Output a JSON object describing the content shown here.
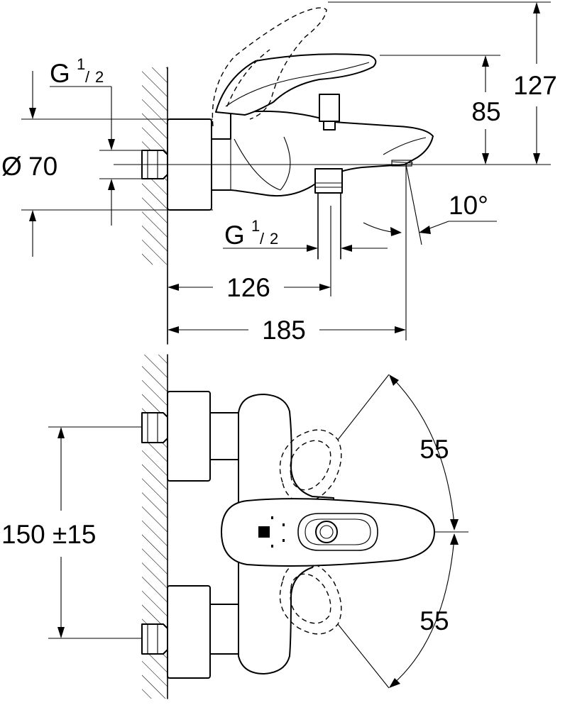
{
  "side_view": {
    "thread_inlet": {
      "main": "G",
      "num": "1",
      "den": "2"
    },
    "diameter": {
      "symbol": "Ø",
      "value": "70"
    },
    "thread_outlet": {
      "main": "G",
      "num": "1",
      "den": "2"
    },
    "dim_126": "126",
    "dim_185": "185",
    "dim_85": "85",
    "dim_127": "127",
    "angle": "10°"
  },
  "top_view": {
    "spacing": "150 ±15",
    "swing_upper": "55",
    "swing_lower": "55"
  }
}
